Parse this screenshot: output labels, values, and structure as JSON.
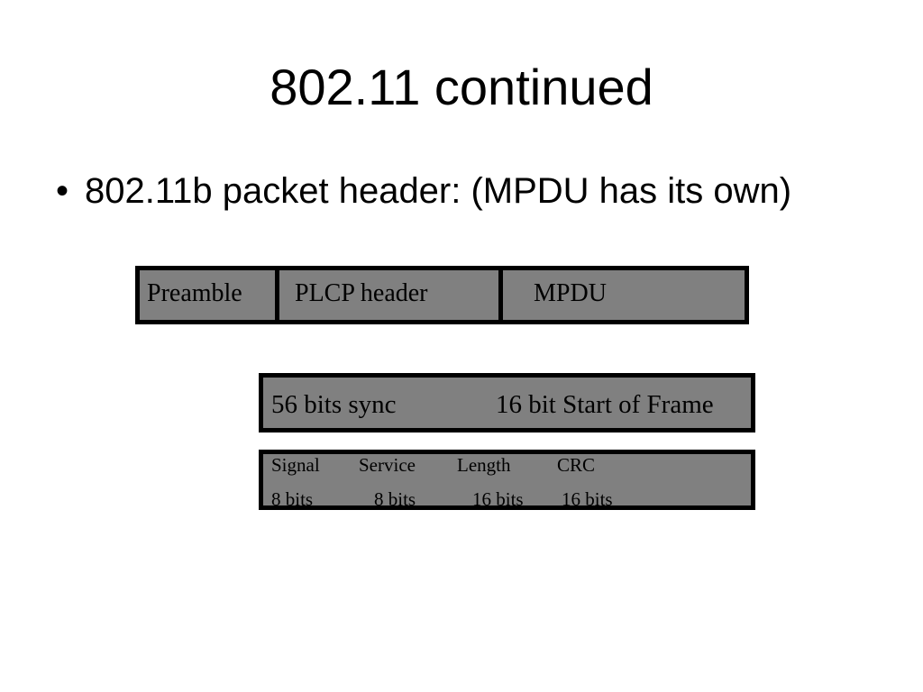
{
  "slide": {
    "title": "802.11 continued",
    "bullets": [
      {
        "marker": "•",
        "text": "802.11b packet header:  (MPDU has its own)"
      }
    ]
  },
  "packet": {
    "top_row": [
      "Preamble",
      "PLCP header",
      "MPDU"
    ],
    "preamble_row": [
      "56 bits sync",
      "16 bit Start of Frame"
    ],
    "plcp_fields": [
      {
        "name": "Signal",
        "size": "8 bits"
      },
      {
        "name": "Service",
        "size": "8 bits"
      },
      {
        "name": "Length",
        "size": "16 bits"
      },
      {
        "name": "CRC",
        "size": "16 bits"
      }
    ]
  },
  "colors": {
    "box_fill": "#808080",
    "box_border": "#000000",
    "background": "#ffffff",
    "text": "#000000"
  }
}
